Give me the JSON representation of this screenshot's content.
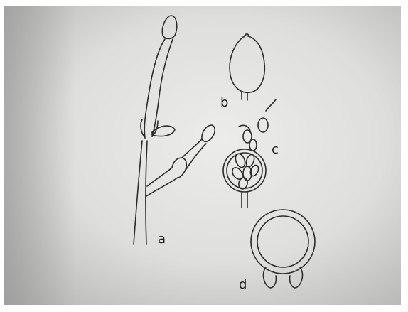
{
  "figure": {
    "labels": {
      "a": "a",
      "b": "b",
      "c": "c",
      "d": "d"
    },
    "colors": {
      "paper_light": "#e9e9e7",
      "paper_shadow": "#b7b7b5",
      "ink": "#2a2a2a",
      "border": "#ffffff"
    }
  }
}
